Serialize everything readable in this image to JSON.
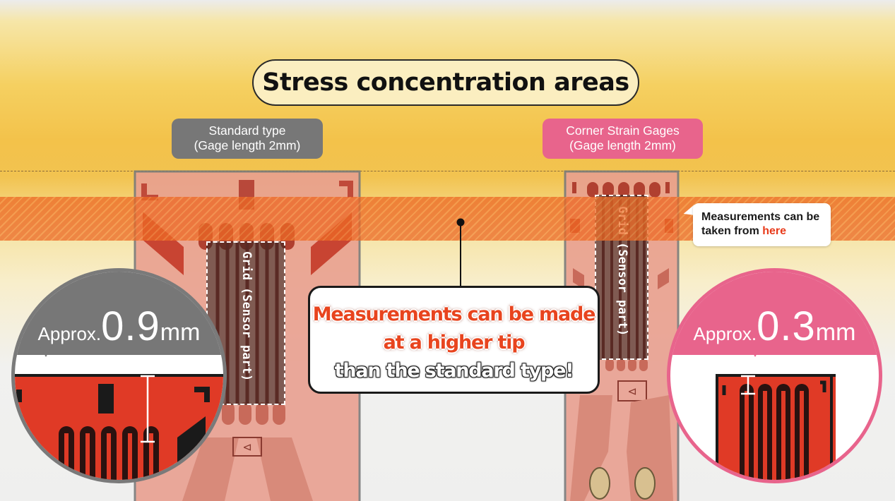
{
  "title": "Stress concentration areas",
  "standard": {
    "label_line1": "Standard type",
    "label_line2": "(Gage length 2mm)",
    "grid_label": "Grid (Sensor part)",
    "zoom": {
      "prefix": "Approx.",
      "value": "0.9",
      "unit": "mm"
    },
    "color": "#777777"
  },
  "corner": {
    "label_line1": "Corner Strain Gages",
    "label_line2": "(Gage length 2mm)",
    "grid_label": "Grid (Sensor part)",
    "zoom": {
      "prefix": "Approx.",
      "value": "0.3",
      "unit": "mm"
    },
    "color": "#e8648c"
  },
  "center_callout": {
    "line1": "Measurements can be made",
    "line2": "at a higher tip",
    "line3": "than the standard type!"
  },
  "side_callout": {
    "line1": "Measurements can be",
    "line2_prefix": "taken from",
    "line2_highlight": "here"
  },
  "colors": {
    "stress_band": "#ec6824",
    "gage_red": "#e03a26",
    "highlight": "#e8441e"
  }
}
